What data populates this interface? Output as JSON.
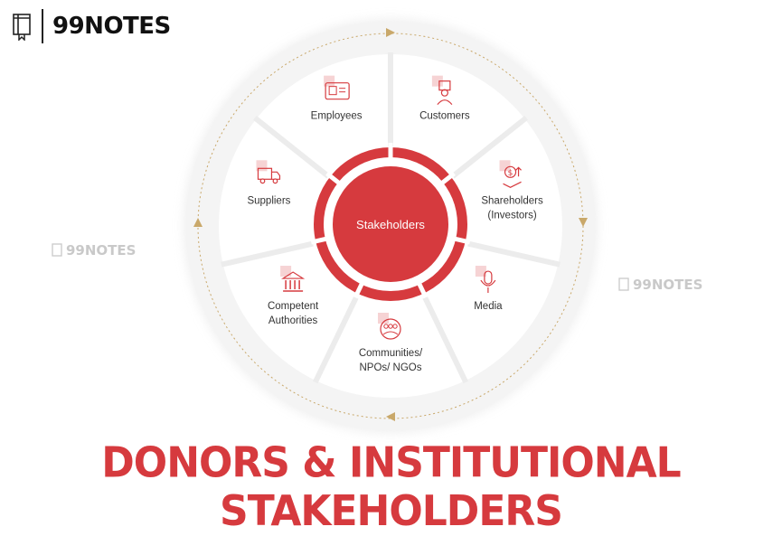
{
  "brand": {
    "name": "99NOTES"
  },
  "watermarks": [
    "99NOTES",
    "99NOTES"
  ],
  "hub": {
    "label": "Stakeholders",
    "color": "#d63a3e"
  },
  "segments": [
    {
      "lines": [
        "Customers"
      ],
      "icon": "customer-support-icon"
    },
    {
      "lines": [
        "Shareholders",
        "(Investors)"
      ],
      "icon": "investment-hand-icon"
    },
    {
      "lines": [
        "Media"
      ],
      "icon": "microphone-icon"
    },
    {
      "lines": [
        "Communities/",
        "NPOs/ NGOs"
      ],
      "icon": "community-group-icon"
    },
    {
      "lines": [
        "Competent",
        "Authorities"
      ],
      "icon": "government-building-icon"
    },
    {
      "lines": [
        "Suppliers"
      ],
      "icon": "delivery-truck-icon"
    },
    {
      "lines": [
        "Employees"
      ],
      "icon": "id-badge-icon"
    }
  ],
  "title": "DONORS & INSTITUTIONAL STAKEHOLDERS",
  "colors": {
    "accent": "#d63a3e",
    "gold": "#c9a86a",
    "ring": "#f3f3f3",
    "divider": "#ececec"
  }
}
